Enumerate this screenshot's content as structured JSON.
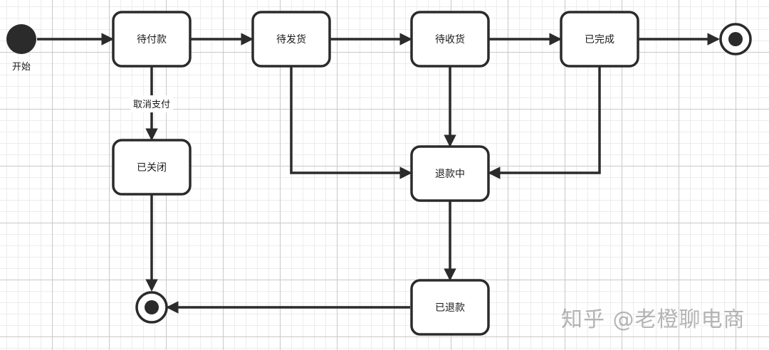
{
  "start": {
    "label": "开始"
  },
  "states": {
    "pending_payment": "待付款",
    "pending_shipment": "待发货",
    "pending_receipt": "待收货",
    "completed": "已完成",
    "closed": "已关闭",
    "refunding": "退款中",
    "refunded": "已退款"
  },
  "edge_labels": {
    "cancel_payment": "取消支付"
  },
  "watermark": "知乎 @老橙聊电商",
  "colors": {
    "line": "#2b2b2b",
    "box_fill": "#ffffff",
    "grid": "#c9c9c9"
  }
}
